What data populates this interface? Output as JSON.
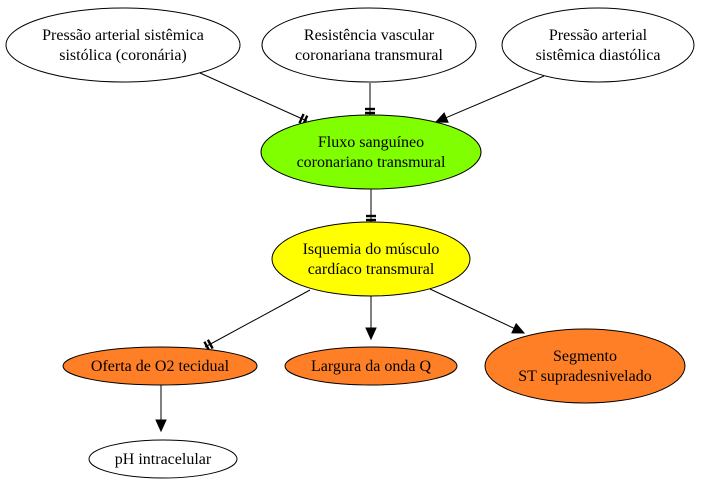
{
  "diagram": {
    "nodes": [
      {
        "id": "pas_sistolica",
        "lines": [
          "Pressão arterial sistêmica",
          "sistólica (coronária)"
        ],
        "fill": "#ffffff"
      },
      {
        "id": "resistencia",
        "lines": [
          "Resistência vascular",
          "coronariana transmural"
        ],
        "fill": "#ffffff"
      },
      {
        "id": "pas_diastolica",
        "lines": [
          "Pressão arterial",
          "sistêmica diastólica"
        ],
        "fill": "#ffffff"
      },
      {
        "id": "fluxo",
        "lines": [
          "Fluxo sanguíneo",
          "coronariano transmural"
        ],
        "fill": "#7fff00"
      },
      {
        "id": "isquemia",
        "lines": [
          "Isquemia do músculo",
          "cardíaco transmural"
        ],
        "fill": "#ffff00"
      },
      {
        "id": "oferta_o2",
        "lines": [
          "Oferta de O2 tecidual"
        ],
        "fill": "#ff7f27"
      },
      {
        "id": "onda_q",
        "lines": [
          "Largura da onda Q"
        ],
        "fill": "#ff7f27"
      },
      {
        "id": "segmento_st",
        "lines": [
          "Segmento",
          "ST supradesnivelado"
        ],
        "fill": "#ff7f27"
      },
      {
        "id": "ph",
        "lines": [
          "pH intracelular"
        ],
        "fill": "#ffffff"
      }
    ],
    "edges": [
      {
        "from": "pas_sistolica",
        "to": "fluxo",
        "head": "double-bar"
      },
      {
        "from": "resistencia",
        "to": "fluxo",
        "head": "double-bar"
      },
      {
        "from": "pas_diastolica",
        "to": "fluxo",
        "head": "arrow"
      },
      {
        "from": "fluxo",
        "to": "isquemia",
        "head": "double-bar"
      },
      {
        "from": "isquemia",
        "to": "oferta_o2",
        "head": "double-bar"
      },
      {
        "from": "isquemia",
        "to": "onda_q",
        "head": "arrow"
      },
      {
        "from": "isquemia",
        "to": "segmento_st",
        "head": "arrow"
      },
      {
        "from": "oferta_o2",
        "to": "ph",
        "head": "arrow"
      }
    ]
  }
}
